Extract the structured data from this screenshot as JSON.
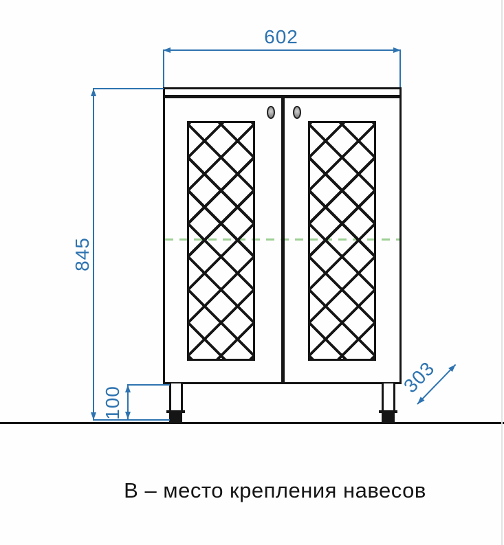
{
  "drawing": {
    "object": "two-door cabinet front elevation",
    "caption": "В – место крепления навесов"
  },
  "dimensions": {
    "width": {
      "value": "602"
    },
    "height": {
      "value": "845"
    },
    "leg_height": {
      "value": "100"
    },
    "depth": {
      "value": "303"
    }
  },
  "colors": {
    "dimension_blue": "#2d73b0",
    "outline_black": "#151515",
    "mount_line_green": "#9ecf95"
  }
}
